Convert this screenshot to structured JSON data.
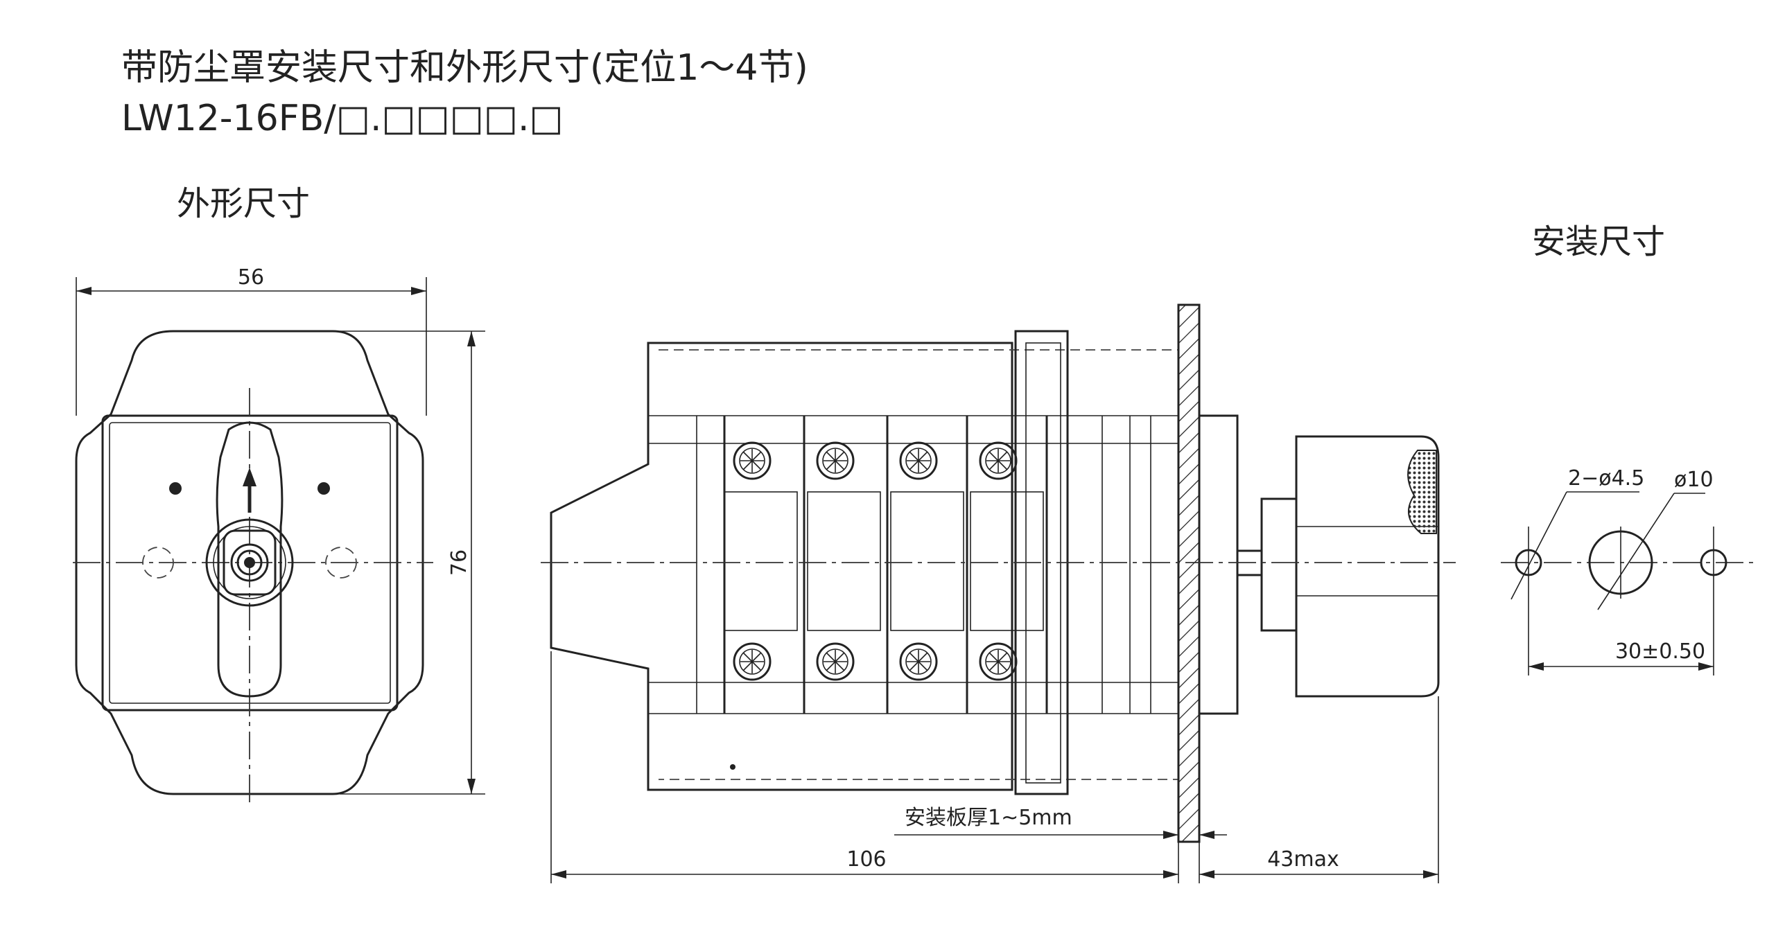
{
  "title": "带防尘罩安装尺寸和外形尺寸(定位1～4节)",
  "model": "LW12-16FB/□.□□□□.□",
  "outline_heading": "外形尺寸",
  "mount_heading": "安装尺寸",
  "dimensions": {
    "width": "56",
    "height": "76",
    "length": "106",
    "protrusion": "43max",
    "panel_thickness": "安装板厚1~5mm",
    "hole_small": "2−ø4.5",
    "hole_large": "ø10",
    "hole_spacing": "30±0.50"
  }
}
